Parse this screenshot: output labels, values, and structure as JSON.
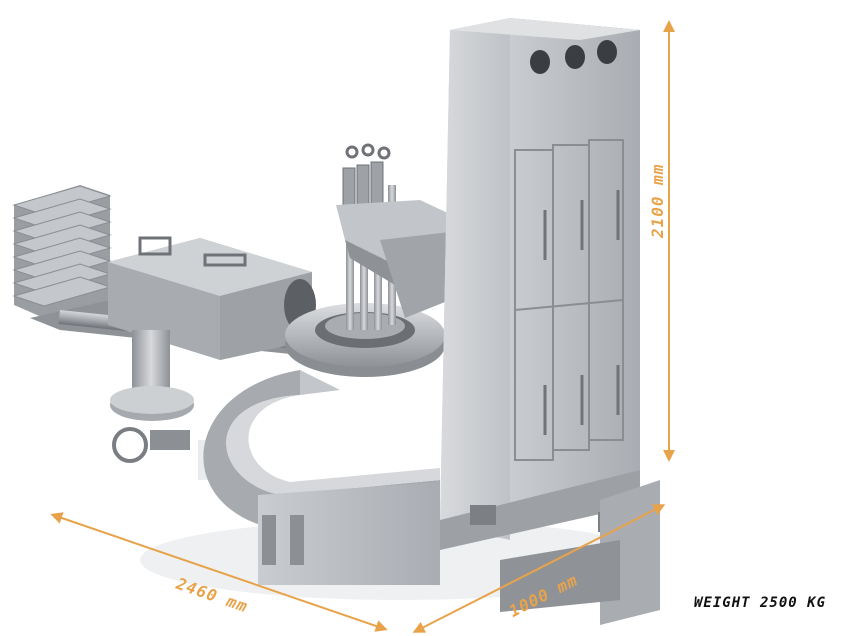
{
  "dimensions": {
    "height_label": "2100 mm",
    "length_label": "2460 mm",
    "depth_label": "1000 mm"
  },
  "weight_label": "WEIGHT 2500 KG",
  "colors": {
    "dimension_accent": "#e8a34a",
    "machine_steel": "#b9bcc0",
    "machine_shadow": "#7d8186",
    "background": "#ffffff"
  }
}
